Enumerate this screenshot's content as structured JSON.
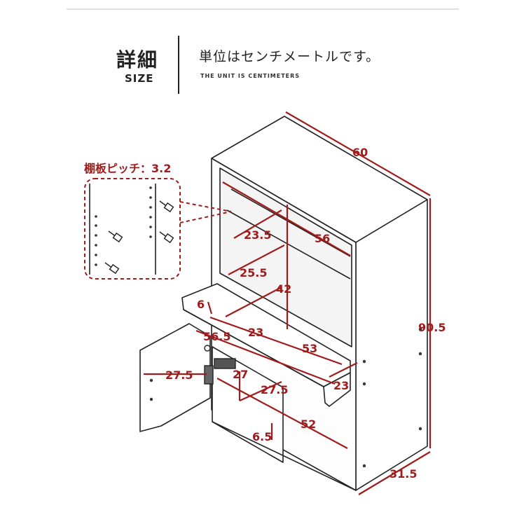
{
  "header": {
    "title_jp": "詳細",
    "title_en": "SIZE",
    "unit_note_jp": "単位はセンチメートルです。",
    "unit_note_en": "THE UNIT IS CENTIMETERS"
  },
  "colors": {
    "dimension_red": "#a01c1c",
    "line_dark": "#222222",
    "hole_dots": "#333333"
  },
  "shelf_pitch_label": "棚板ピッチ：3.2",
  "dimensions": {
    "width": "60",
    "height": "90.5",
    "depth": "31.5",
    "upper_shelf_depth": "23.5",
    "upper_inner_width": "56",
    "shelf_depth": "25.5",
    "upper_height": "42",
    "drawer_height": "6",
    "drawer_depth": "23",
    "drawer_width_outer": "56.5",
    "drawer_inner_width": "53",
    "drawer_side": "23",
    "door_height": "27.5",
    "lower_inner_depth": "27",
    "lower_inner_height": "27.5",
    "lower_inner_width": "52",
    "plinth_height": "6.5"
  }
}
